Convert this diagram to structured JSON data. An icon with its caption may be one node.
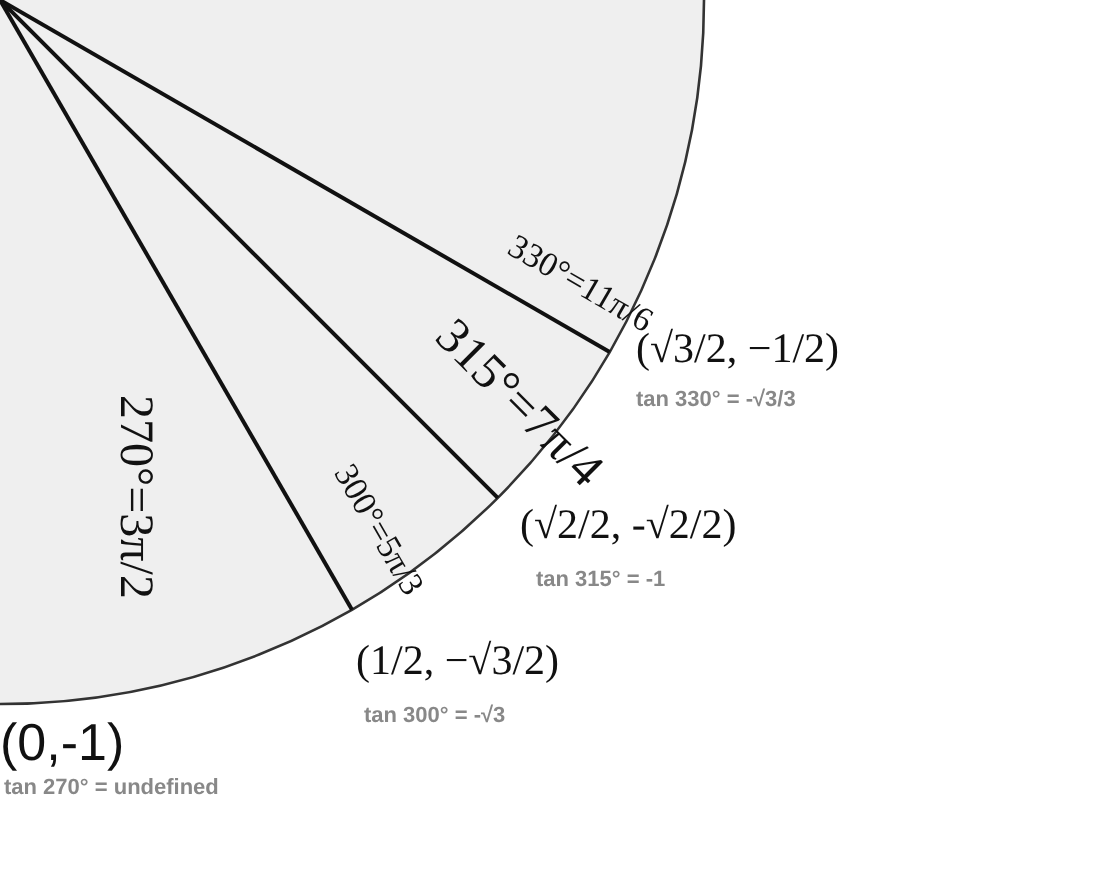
{
  "diagram": {
    "nodes": [
      {
        "text": [
          "330°=11π/6",
          "315°=7π/4",
          "300°=5π/3",
          "270°=3π/2"
        ]
      }
    ],
    "labels": [
      "(√3/2, −1/2)",
      "tan 330° = -√3/3",
      "(√2/2, -√2/2)",
      "tan 315° = -1",
      "(1/2, −√3/2)",
      "tan 300° = -√3",
      "(0,-1)",
      "tan 270° = undefined"
    ]
  }
}
